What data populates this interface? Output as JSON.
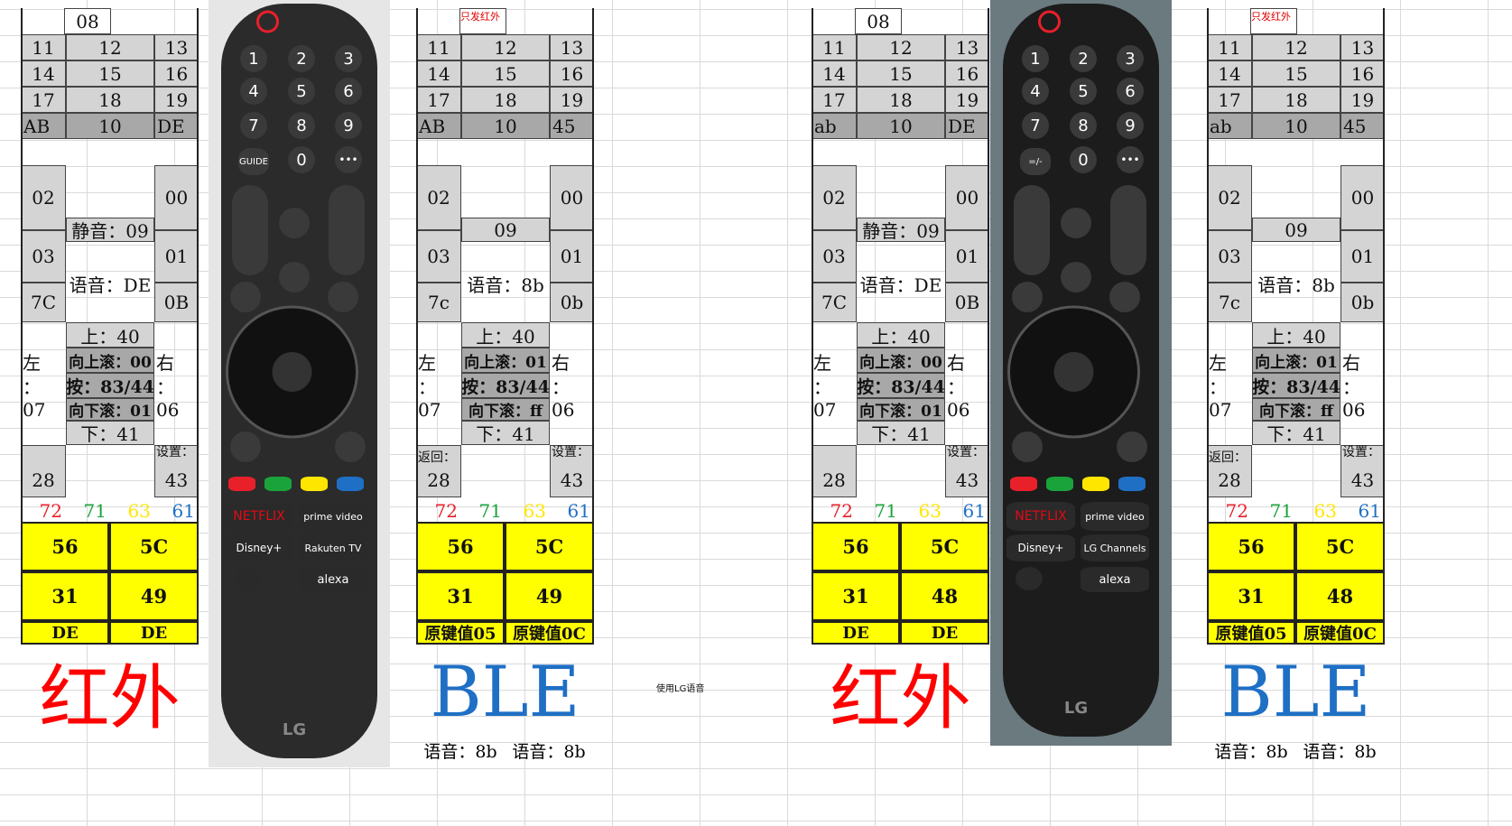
{
  "sheet": {
    "note": "使用LG语音"
  },
  "panels": [
    {
      "top": "08",
      "only_ir": "",
      "r11": "11",
      "r12": "12",
      "r13": "13",
      "r14": "14",
      "r15": "15",
      "r16": "16",
      "r17": "17",
      "r18": "18",
      "r19": "19",
      "rab": "AB",
      "r10": "10",
      "rde": "DE",
      "k02": "02",
      "k00": "00",
      "mute": "静音：09",
      "k03": "03",
      "k01": "01",
      "voice": "语音：DE",
      "k7c": "7C",
      "k0b": "0B",
      "up": "上：40",
      "left_a": "左",
      "left_b": "：",
      "left_c": "07",
      "scroll_up": "向上滚：00",
      "press": "按：83/44",
      "scroll_down": "向下滚：01",
      "right_a": "右",
      "right_b": "：",
      "right_c": "06",
      "down": "下：41",
      "back_label": "",
      "back": "28",
      "settings_label": "设置：",
      "settings": "43",
      "red": "72",
      "green": "71",
      "yellow": "63",
      "blue": "61",
      "y1": "56",
      "y2": "5C",
      "y3": "31",
      "y4": "49",
      "b1": "DE",
      "b2": "DE",
      "big": "红外",
      "big_color": "#ff0000",
      "foot1": "",
      "foot2": ""
    },
    {
      "top": "",
      "only_ir": "只发红外",
      "r11": "11",
      "r12": "12",
      "r13": "13",
      "r14": "14",
      "r15": "15",
      "r16": "16",
      "r17": "17",
      "r18": "18",
      "r19": "19",
      "rab": "AB",
      "r10": "10",
      "rde": "45",
      "k02": "02",
      "k00": "00",
      "mute": "09",
      "k03": "03",
      "k01": "01",
      "voice": "语音：8b",
      "k7c": "7c",
      "k0b": "0b",
      "up": "上：40",
      "left_a": "左",
      "left_b": "：",
      "left_c": "07",
      "scroll_up": "向上滚：01",
      "press": "按：83/44",
      "scroll_down": "向下滚：ff",
      "right_a": "右",
      "right_b": "：",
      "right_c": "06",
      "down": "下：41",
      "back_label": "返回：",
      "back": "28",
      "settings_label": "设置：",
      "settings": "43",
      "red": "72",
      "green": "71",
      "yellow": "63",
      "blue": "61",
      "y1": "56",
      "y2": "5C",
      "y3": "31",
      "y4": "49",
      "b1": "原键值05",
      "b2": "原键值0C",
      "big": "BLE",
      "big_color": "#1f6fc5",
      "foot1": "语音：8b",
      "foot2": "语音：8b"
    },
    {
      "top": "08",
      "only_ir": "",
      "r11": "11",
      "r12": "12",
      "r13": "13",
      "r14": "14",
      "r15": "15",
      "r16": "16",
      "r17": "17",
      "r18": "18",
      "r19": "19",
      "rab": "ab",
      "r10": "10",
      "rde": "DE",
      "k02": "02",
      "k00": "00",
      "mute": "静音：09",
      "k03": "03",
      "k01": "01",
      "voice": "语音：DE",
      "k7c": "7C",
      "k0b": "0B",
      "up": "上：40",
      "left_a": "左",
      "left_b": "：",
      "left_c": "07",
      "scroll_up": "向上滚：00",
      "press": "按：83/44",
      "scroll_down": "向下滚：01",
      "right_a": "右",
      "right_b": "：",
      "right_c": "06",
      "down": "下：41",
      "back_label": "",
      "back": "28",
      "settings_label": "设置：",
      "settings": "43",
      "red": "72",
      "green": "71",
      "yellow": "63",
      "blue": "61",
      "y1": "56",
      "y2": "5C",
      "y3": "31",
      "y4": "48",
      "b1": "DE",
      "b2": "DE",
      "big": "红外",
      "big_color": "#ff0000",
      "foot1": "",
      "foot2": ""
    },
    {
      "top": "",
      "only_ir": "只发红外",
      "r11": "11",
      "r12": "12",
      "r13": "13",
      "r14": "14",
      "r15": "15",
      "r16": "16",
      "r17": "17",
      "r18": "18",
      "r19": "19",
      "rab": "ab",
      "r10": "10",
      "rde": "45",
      "k02": "02",
      "k00": "00",
      "mute": "09",
      "k03": "03",
      "k01": "01",
      "voice": "语音：8b",
      "k7c": "7c",
      "k0b": "0b",
      "up": "上：40",
      "left_a": "左",
      "left_b": "：",
      "left_c": "07",
      "scroll_up": "向上滚：01",
      "press": "按：83/44",
      "scroll_down": "向下滚：ff",
      "right_a": "右",
      "right_b": "：",
      "right_c": "06",
      "down": "下：41",
      "back_label": "返回：",
      "back": "28",
      "settings_label": "设置：",
      "settings": "43",
      "red": "72",
      "green": "71",
      "yellow": "63",
      "blue": "61",
      "y1": "56",
      "y2": "5C",
      "y3": "31",
      "y4": "48",
      "b1": "原键值05",
      "b2": "原键值0C",
      "big": "BLE",
      "big_color": "#1f6fc5",
      "foot1": "语音：8b",
      "foot2": "语音：8b"
    }
  ],
  "remotes": [
    {
      "digits": [
        "1",
        "2",
        "3",
        "4",
        "5",
        "6",
        "7",
        "8",
        "9"
      ],
      "guide": "GUIDE",
      "zero": "0",
      "more": "•••",
      "svc1": "NETFLIX",
      "svc2": "prime video",
      "svc3": "Disney+",
      "svc4": "Rakuten TV",
      "svc5": "alexa",
      "logo": "LG",
      "body_color": "#2b2b2b",
      "photo_bg": "#e6e6e6"
    },
    {
      "digits": [
        "1",
        "2",
        "3",
        "4",
        "5",
        "6",
        "7",
        "8",
        "9"
      ],
      "guide": "=/-",
      "zero": "0",
      "more": "•••",
      "svc1": "NETFLIX",
      "svc2": "prime video",
      "svc3": "Disney+",
      "svc4": "LG Channels",
      "svc5": "alexa",
      "logo": "LG",
      "body_color": "#1c1c1c",
      "photo_bg": "#6a7a7e"
    }
  ],
  "colors": {
    "red": "#e8202a",
    "green": "#1aa33a",
    "yellow": "#ffe600",
    "blue": "#1f6fc5"
  }
}
